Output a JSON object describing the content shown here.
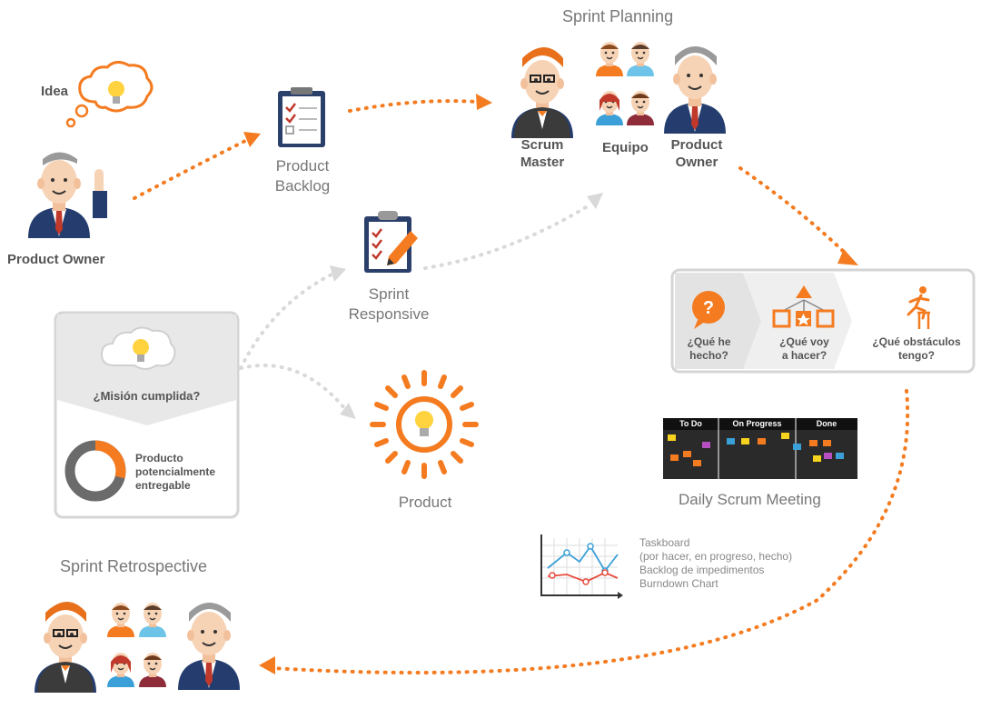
{
  "colors": {
    "orange": "#f47b20",
    "grey_line": "#d9d9d9",
    "navy": "#243d6e",
    "yellow": "#ffd23f",
    "text": "#555555"
  },
  "idea": {
    "label": "Idea",
    "owner": "Product Owner"
  },
  "backlog": {
    "line1": "Product",
    "line2": "Backlog"
  },
  "planning": {
    "title": "Sprint Planning",
    "scrum_master": {
      "line1": "Scrum",
      "line2": "Master"
    },
    "team": "Equipo",
    "product_owner": {
      "line1": "Product",
      "line2": "Owner"
    }
  },
  "responsive": {
    "line1": "Sprint",
    "line2": "Responsive"
  },
  "mission": {
    "question": "¿Misión cumplida?",
    "line1": "Producto",
    "line2": "potencialmente",
    "line3": "entregable"
  },
  "product": {
    "label": "Product"
  },
  "daily": {
    "q1": {
      "line1": "¿Qué he",
      "line2": "hecho?"
    },
    "q2": {
      "line1": "¿Qué voy",
      "line2": "a hacer?"
    },
    "q3": {
      "line1": "¿Qué obstáculos",
      "line2": "tengo?"
    },
    "board": {
      "col1": "To Do",
      "col2": "On Progress",
      "col3": "Done"
    },
    "title": "Daily Scrum Meeting"
  },
  "tools": {
    "line1": "Taskboard",
    "line2": "(por hacer, en progreso, hecho)",
    "line3": "Backlog de impedimentos",
    "line4": "Burndown Chart"
  },
  "retro": {
    "title": "Sprint Retrospective"
  },
  "icons": [
    "lightbulb-icon",
    "thought-bubble-icon",
    "clipboard-checklist-icon",
    "clipboard-pencil-icon",
    "question-bubble-icon",
    "hierarchy-shapes-icon",
    "runner-hurdle-icon",
    "donut-chart-icon",
    "sun-lightbulb-icon",
    "line-chart-icon"
  ]
}
